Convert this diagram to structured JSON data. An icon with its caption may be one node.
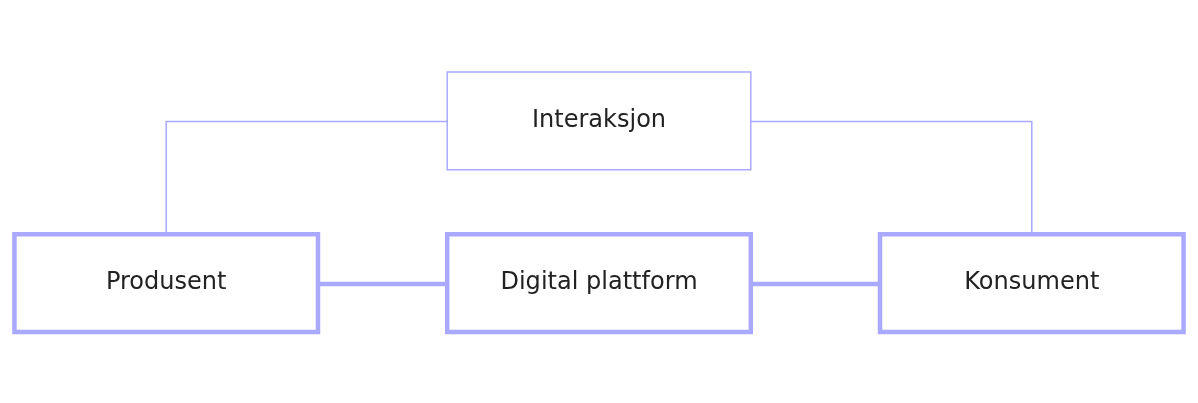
{
  "diagram": {
    "nodes": [
      {
        "text": [
          "Interaksjon"
        ]
      },
      {
        "text": [
          "Produsent"
        ]
      },
      {
        "text": [
          "Digital plattform"
        ]
      },
      {
        "text": [
          "Konsument"
        ]
      }
    ],
    "edges": [
      {
        "from": 0,
        "to": 1,
        "arrow": "none"
      },
      {
        "from": 0,
        "to": 3,
        "arrow": "none"
      },
      {
        "from": 1,
        "to": 2,
        "arrow": "none",
        "style": "thick"
      },
      {
        "from": 2,
        "to": 3,
        "arrow": "none",
        "style": "thick"
      }
    ]
  }
}
